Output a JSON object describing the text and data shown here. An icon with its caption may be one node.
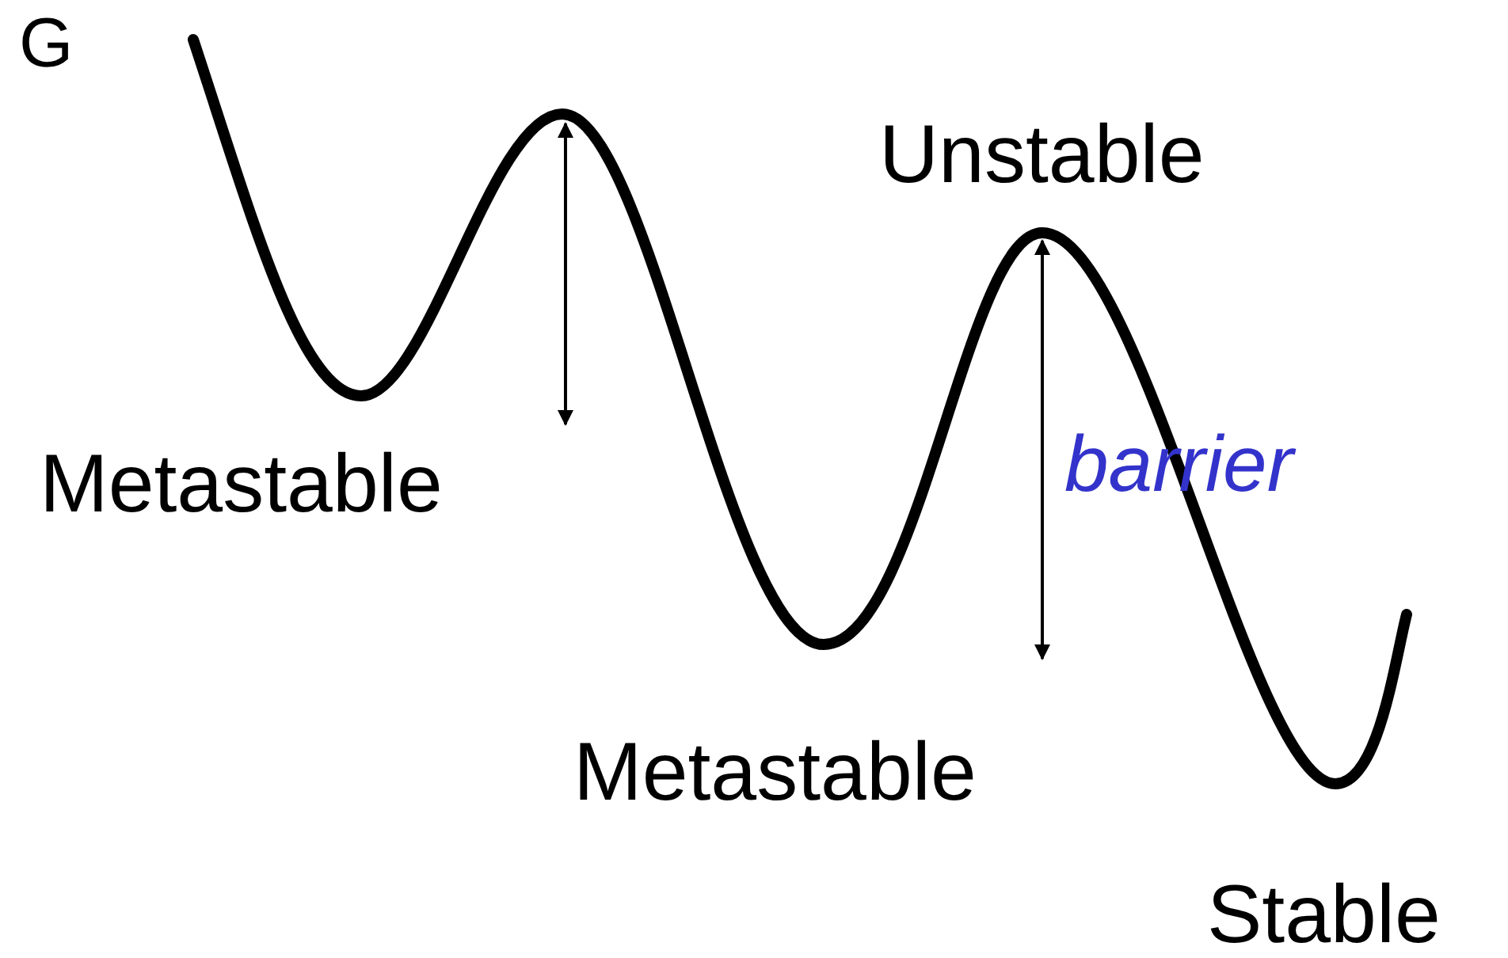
{
  "diagram": {
    "labels": [
      "G",
      "Unstable",
      "barrier",
      "Metastable",
      "Metastable",
      "Stable"
    ]
  }
}
